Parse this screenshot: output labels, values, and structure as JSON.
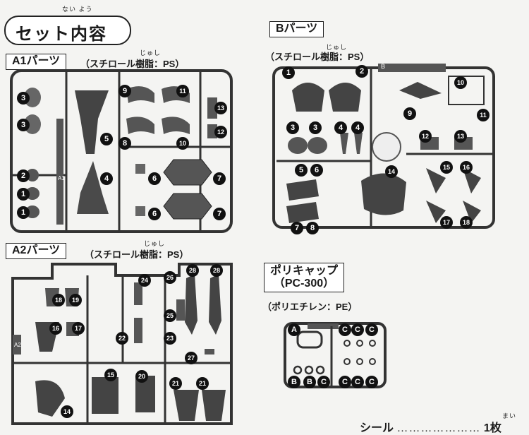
{
  "page_title": "セット内容",
  "page_title_ruby": "ない よう",
  "resin_ruby": "じゅし",
  "sheet_ruby": "まい",
  "sections": {
    "a1": {
      "label": "A1パーツ",
      "material": "（スチロール樹脂：PS）",
      "parts": [
        "3",
        "3",
        "2",
        "1",
        "1",
        "9",
        "8",
        "5",
        "4",
        "11",
        "10",
        "6",
        "6",
        "7",
        "7",
        "13",
        "12"
      ],
      "gate_label": "A1"
    },
    "a2": {
      "label": "A2パーツ",
      "material": "（スチロール樹脂：PS）",
      "parts": [
        "18",
        "19",
        "16",
        "17",
        "15",
        "14",
        "24",
        "22",
        "20",
        "26",
        "25",
        "23",
        "21",
        "21",
        "28",
        "28",
        "27"
      ],
      "gate_label": "A2"
    },
    "b": {
      "label": "Bパーツ",
      "material": "（スチロール樹脂：PS）",
      "parts": [
        "1",
        "2",
        "3",
        "3",
        "4",
        "4",
        "5",
        "6",
        "7",
        "8",
        "9",
        "10",
        "11",
        "12",
        "13",
        "14",
        "15",
        "16",
        "17",
        "18"
      ],
      "gate_label": "B"
    },
    "pc": {
      "label_line1": "ポリキャップ",
      "label_line2": "（PC-300）",
      "material": "（ポリエチレン：PE）",
      "parts": [
        "A",
        "B",
        "B",
        "C",
        "C",
        "C",
        "C",
        "C",
        "C",
        "C"
      ]
    }
  },
  "seal": {
    "label": "シール",
    "count": "1枚"
  }
}
